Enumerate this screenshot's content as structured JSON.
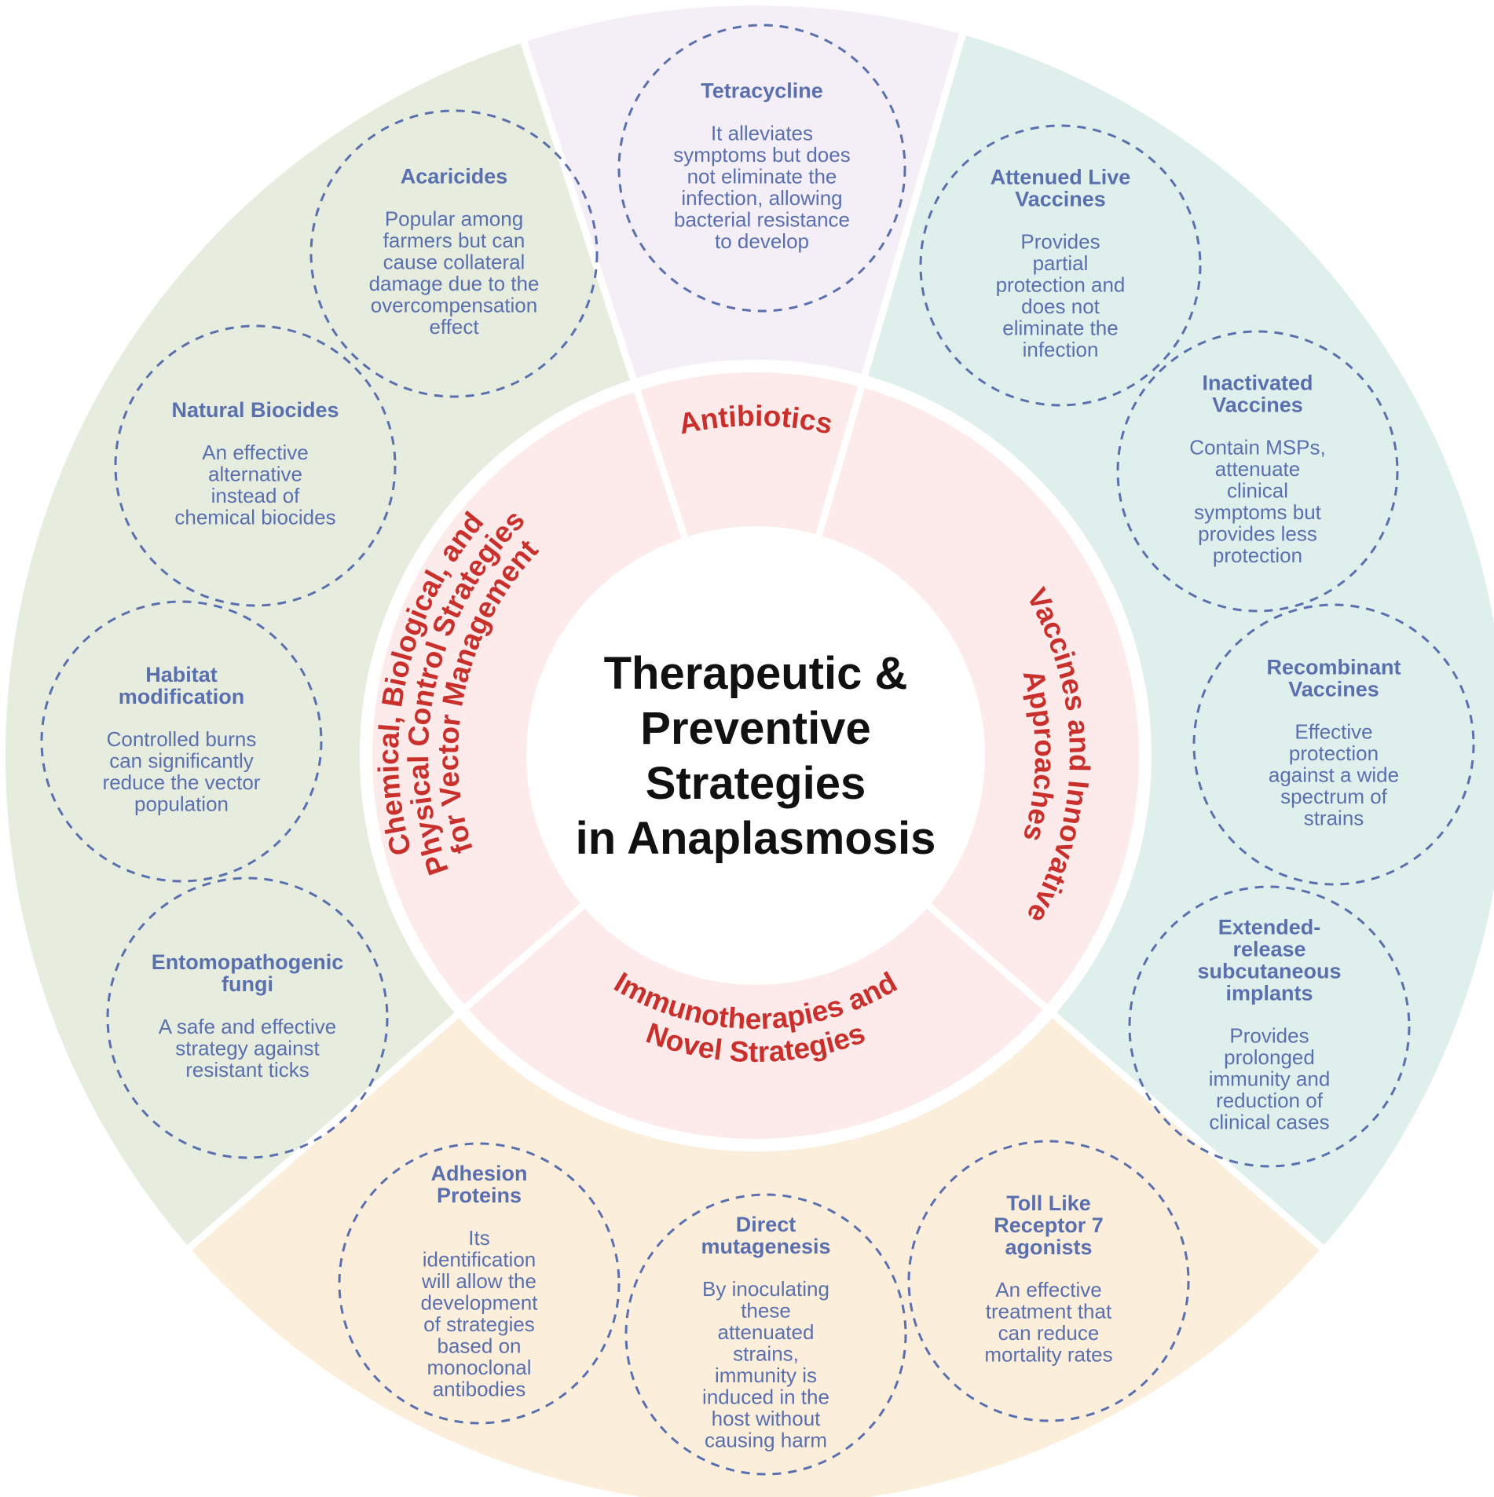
{
  "title_lines": [
    "Therapeutic &",
    "Preventive",
    "Strategies",
    "in Anaplasmosis"
  ],
  "categories": {
    "antibiotics": "Antibiotics",
    "vaccines": "Vaccines and Innovative Approaches",
    "immuno": "Immunotherapies and Novel Strategies",
    "vector": "Chemical, Biological, and Physical Control Strategies for Vector Management"
  },
  "category_lines": {
    "vaccines": [
      "Vaccines and Innovative",
      "Approaches"
    ],
    "immuno": [
      "Immunotherapies and",
      "Novel Strategies"
    ],
    "vector": [
      "Chemical, Biological, and",
      "Physical Control Strategies",
      "for Vector Management"
    ]
  },
  "colors": {
    "vector_sector": "#e6eddf",
    "antibiotics_sector": "#f4eff7",
    "vaccines_sector": "#dff0ec",
    "immuno_sector": "#fbeedb",
    "inner_ring": "#fdebec",
    "label_red": "#c9302c",
    "item_blue": "#5a6fae"
  },
  "items": [
    {
      "category": "antibiotics",
      "title": [
        "Tetracycline"
      ],
      "body": [
        "It alleviates",
        "symptoms but does",
        "not eliminate the",
        "infection, allowing",
        "bacterial resistance",
        "to develop"
      ]
    },
    {
      "category": "vaccines",
      "title": [
        "Attenued Live",
        "Vaccines"
      ],
      "body": [
        "Provides",
        "partial",
        "protection and",
        "does not",
        "eliminate the",
        "infection"
      ]
    },
    {
      "category": "vaccines",
      "title": [
        "Inactivated",
        "Vaccines"
      ],
      "body": [
        "Contain MSPs,",
        "attenuate",
        "clinical",
        "symptoms but",
        "provides less",
        "protection"
      ]
    },
    {
      "category": "vaccines",
      "title": [
        "Recombinant",
        "Vaccines"
      ],
      "body": [
        "Effective",
        "protection",
        "against a wide",
        "spectrum of",
        "strains"
      ]
    },
    {
      "category": "vaccines",
      "title": [
        "Extended-",
        "release",
        "subcutaneous",
        "implants"
      ],
      "body": [
        "Provides",
        "prolonged",
        "immunity and",
        "reduction of",
        "clinical cases"
      ]
    },
    {
      "category": "immuno",
      "title": [
        "Toll Like",
        "Receptor 7",
        "agonists"
      ],
      "body": [
        "An effective",
        "treatment that",
        "can reduce",
        "mortality rates"
      ]
    },
    {
      "category": "immuno",
      "title": [
        "Direct",
        "mutagenesis"
      ],
      "body": [
        "By inoculating",
        "these",
        "attenuated",
        "strains,",
        "immunity is",
        "induced in the",
        "host without",
        "causing harm"
      ]
    },
    {
      "category": "immuno",
      "title": [
        "Adhesion",
        "Proteins"
      ],
      "body": [
        "Its",
        "identification",
        "will allow the",
        "development",
        "of strategies",
        "based on",
        "monoclonal",
        "antibodies"
      ]
    },
    {
      "category": "vector",
      "title": [
        "Entomopathogenic",
        "fungi"
      ],
      "body": [
        "A safe and effective",
        "strategy against",
        "resistant ticks"
      ]
    },
    {
      "category": "vector",
      "title": [
        "Habitat",
        "modification"
      ],
      "body": [
        "Controlled burns",
        "can significantly",
        "reduce the vector",
        "population"
      ]
    },
    {
      "category": "vector",
      "title": [
        "Natural Biocides"
      ],
      "body": [
        "An effective",
        "alternative",
        "instead of",
        "chemical biocides"
      ]
    },
    {
      "category": "vector",
      "title": [
        "Acaricides"
      ],
      "body": [
        "Popular among",
        "farmers but can",
        "cause collateral",
        "damage due to the",
        "overcompensation",
        "effect"
      ]
    }
  ]
}
